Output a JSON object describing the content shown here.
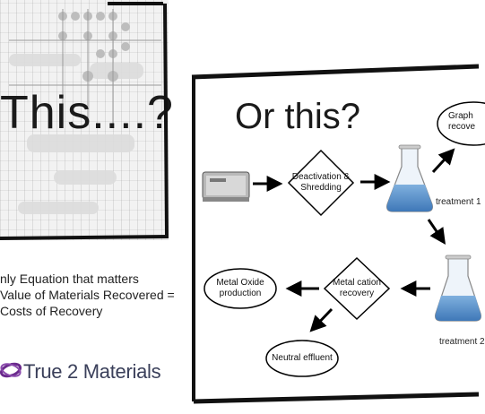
{
  "left": {
    "headline": "This....?"
  },
  "equation": {
    "line1": "nly Equation that matters",
    "line2": "Value of Materials Recovered =",
    "line3": "Costs of Recovery"
  },
  "logo": {
    "text": "True 2 Materials",
    "mark_color": "#6a2a8c"
  },
  "right": {
    "headline": "Or this?",
    "nodes": {
      "deactivation": "Deactivation & Shredding",
      "graphite": "Graph recove",
      "treatment1": "treatment 1",
      "metal_cation": "Metal cation recovery",
      "metal_oxide": "Metal Oxide production",
      "treatment2": "treatment 2",
      "neutral": "Neutral effluent"
    }
  },
  "colors": {
    "liquid": "#5a8fc8",
    "frame": "#111111"
  }
}
